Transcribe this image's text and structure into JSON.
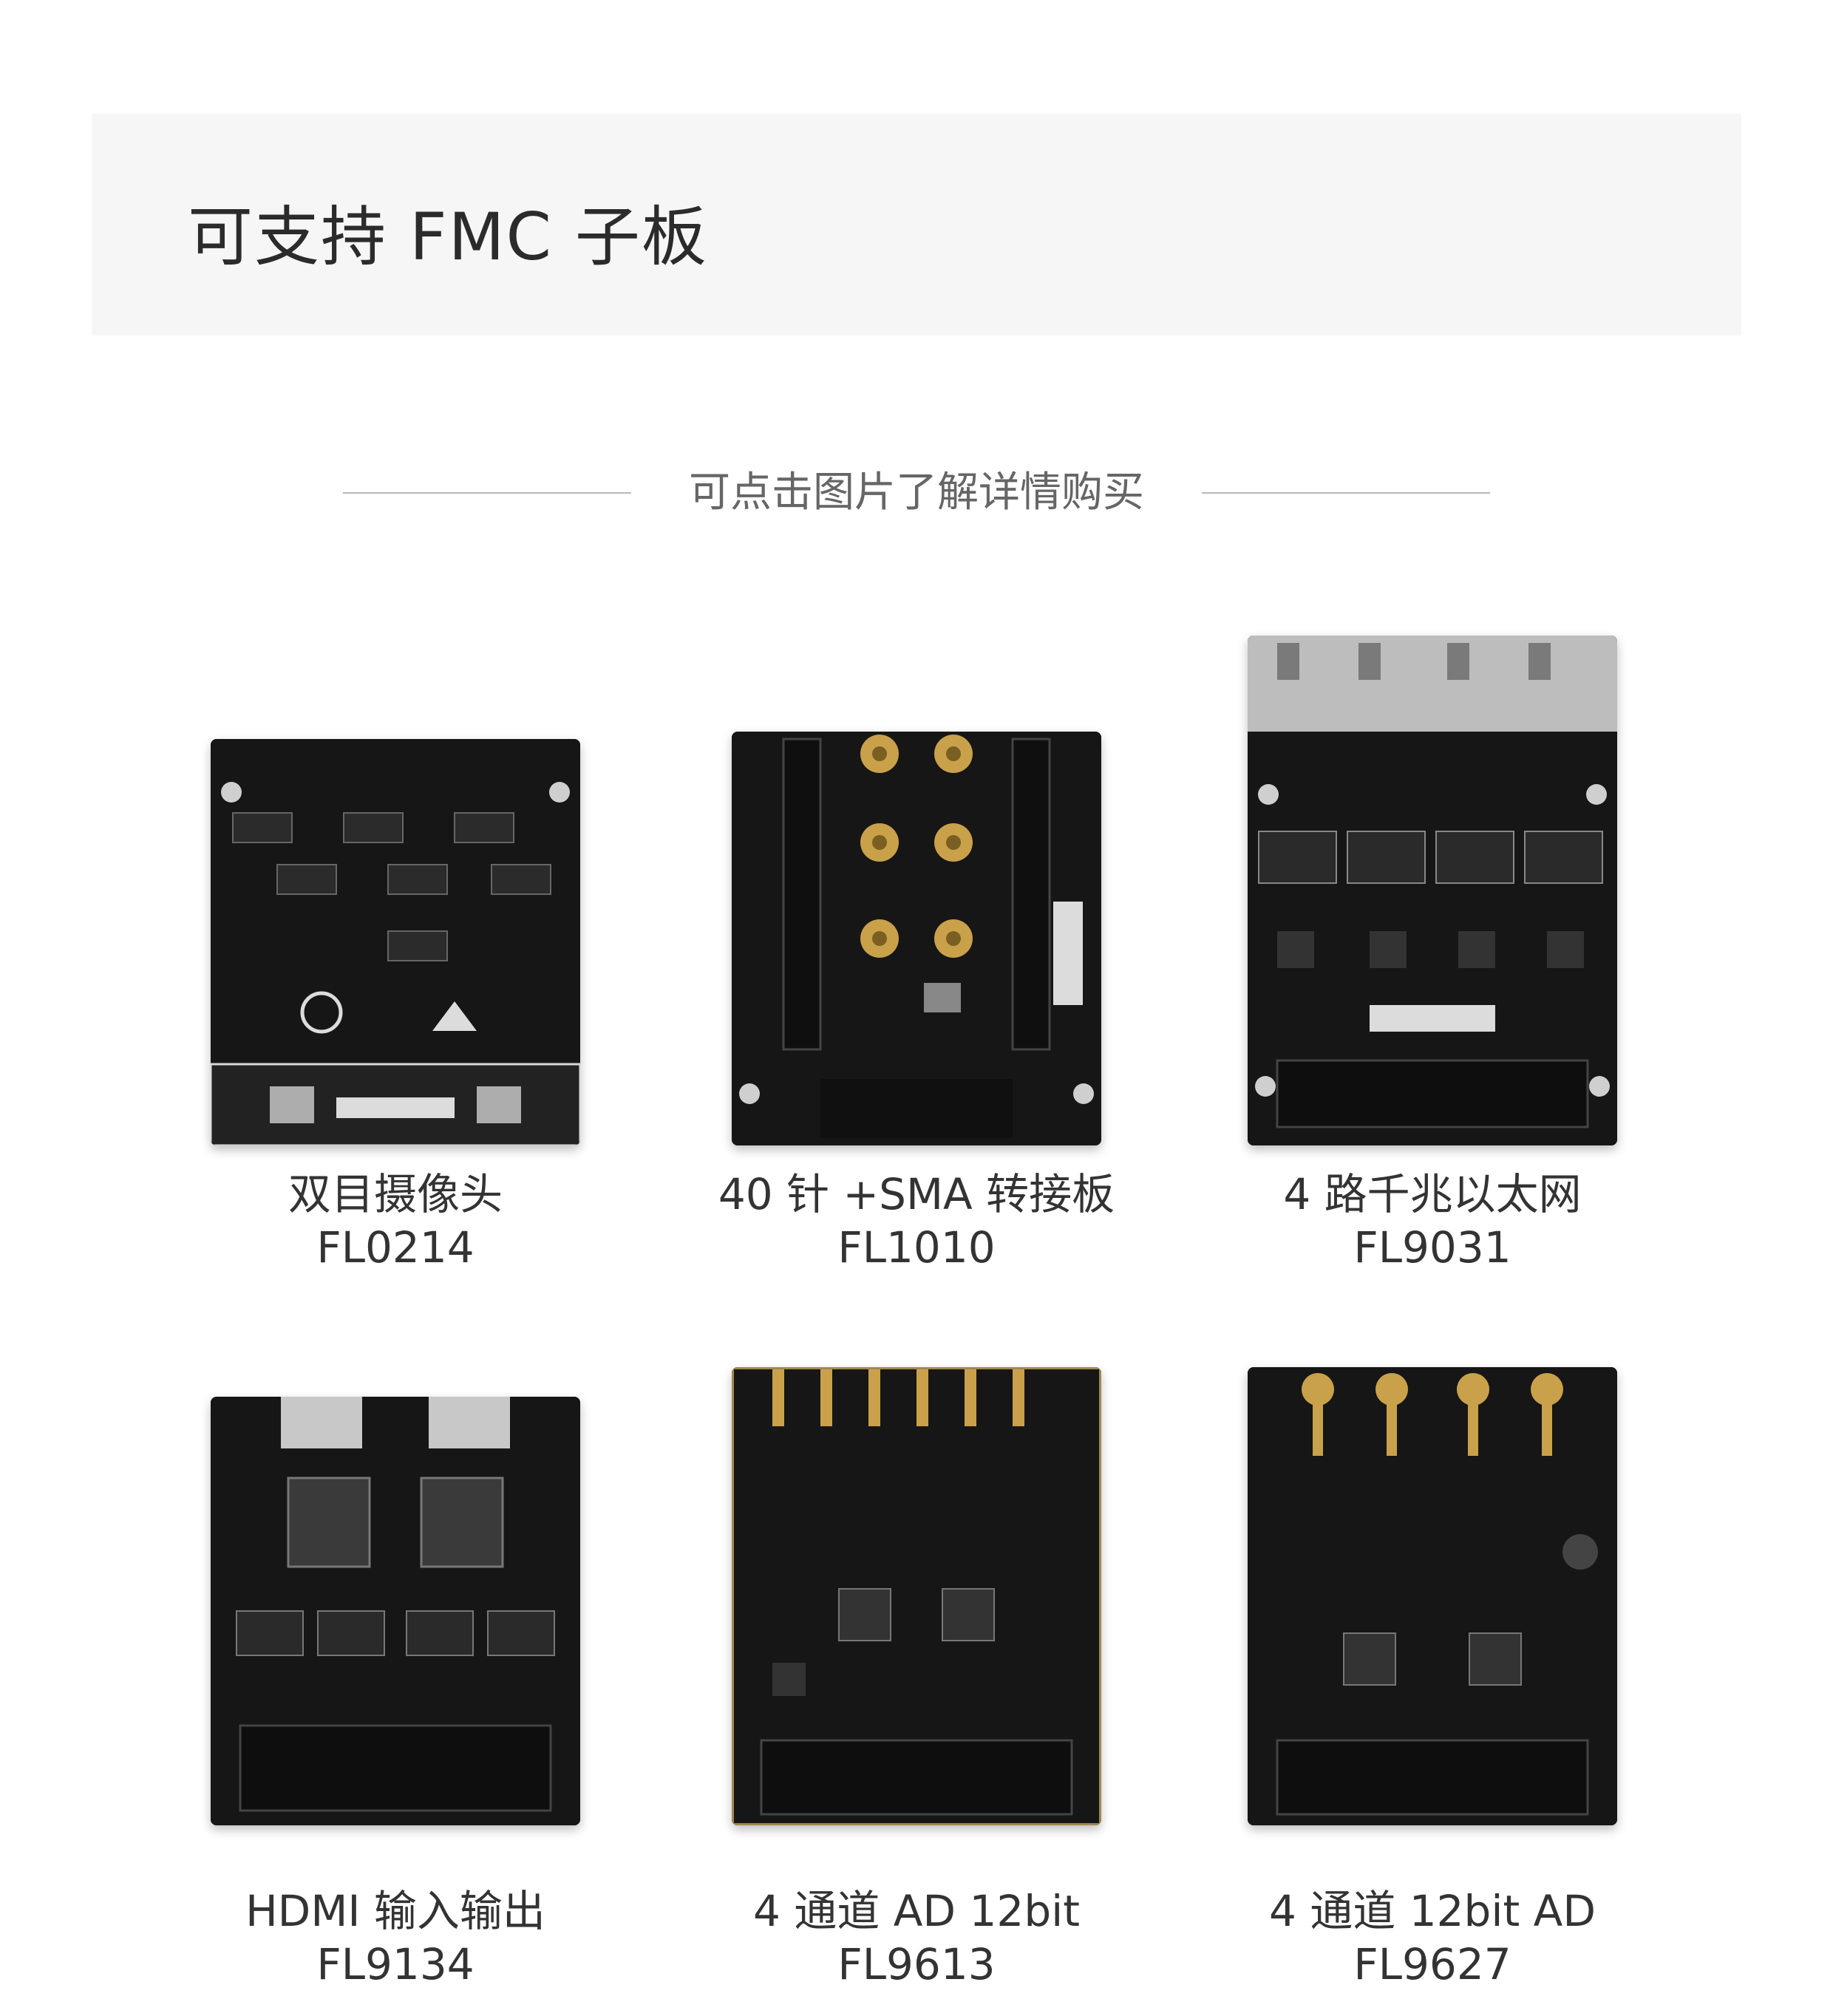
{
  "header": {
    "title": "可支持 FMC 子板"
  },
  "subtitle": "可点击图片了解详情购买",
  "products": [
    {
      "name": "双目摄像头",
      "code": "FL0214"
    },
    {
      "name": "40 针 +SMA 转接板",
      "code": "FL1010"
    },
    {
      "name": "4 路千兆以太网",
      "code": "FL9031"
    },
    {
      "name": "HDMI 输入输出",
      "code": "FL9134"
    },
    {
      "name": "4 通道 AD 12bit",
      "code": "FL9613"
    },
    {
      "name": "4 通道 12bit AD",
      "code": "FL9627"
    }
  ],
  "colors": {
    "pcb": "#151515",
    "gold": "#c9a14a",
    "silver": "#bfbfbf",
    "chip": "#2a2a2a"
  }
}
